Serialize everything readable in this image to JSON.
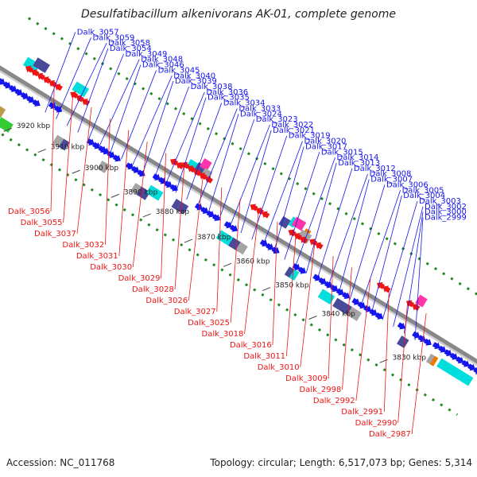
{
  "title": "Desulfatibacillum alkenivorans AK-01, complete genome",
  "footer": {
    "accession": "Accession: NC_011768",
    "info": "Topology: circular; Length: 6,517,073 bp; Genes: 5,314"
  },
  "colors": {
    "forward": "#1515ee",
    "reverse": "#ee1515",
    "backbone": "#888888",
    "ticks": "#228822",
    "tracks": [
      "#00dddd",
      "#4a4a9a",
      "#a4a4a4",
      "#ee7700",
      "#ff33aa",
      "#bb9c4c",
      "#33cc33"
    ]
  },
  "scale": {
    "labels": [
      "3920 kbp",
      "3910 kbp",
      "3900 kbp",
      "3890 kbp",
      "3880 kbp",
      "3870 kbp",
      "3860 kbp",
      "3850 kbp",
      "3840 kbp",
      "3830 kbp"
    ]
  },
  "forward_genes": [
    "Dalk_3057",
    "Dalk_3059",
    "Dalk_3058",
    "Dalk_3054",
    "Dalk_3049",
    "Dalk_3048",
    "Dalk_3046",
    "Dalk_3045",
    "Dalk_3040",
    "Dalk_3039",
    "Dalk_3038",
    "Dalk_3036",
    "Dalk_3035",
    "Dalk_3034",
    "Dalk_3033",
    "Dalk_3024",
    "Dalk_3023",
    "Dalk_3022",
    "Dalk_3021",
    "Dalk_3019",
    "Dalk_3020",
    "Dalk_3017",
    "Dalk_3015",
    "Dalk_3014",
    "Dalk_3013",
    "Dalk_3012",
    "Dalk_3008",
    "Dalk_3007",
    "Dalk_3006",
    "Dalk_3005",
    "Dalk_3004",
    "Dalk_3003",
    "Dalk_3002",
    "Dalk_3000",
    "Dalk_2999"
  ],
  "reverse_genes": [
    "Dalk_3056",
    "Dalk_3055",
    "Dalk_3037",
    "Dalk_3032",
    "Dalk_3031",
    "Dalk_3030",
    "Dalk_3029",
    "Dalk_3028",
    "Dalk_3026",
    "Dalk_3027",
    "Dalk_3025",
    "Dalk_3018",
    "Dalk_3016",
    "Dalk_3011",
    "Dalk_3010",
    "Dalk_3009",
    "Dalk_2998",
    "Dalk_2992",
    "Dalk_2991",
    "Dalk_2990",
    "Dalk_2987"
  ]
}
